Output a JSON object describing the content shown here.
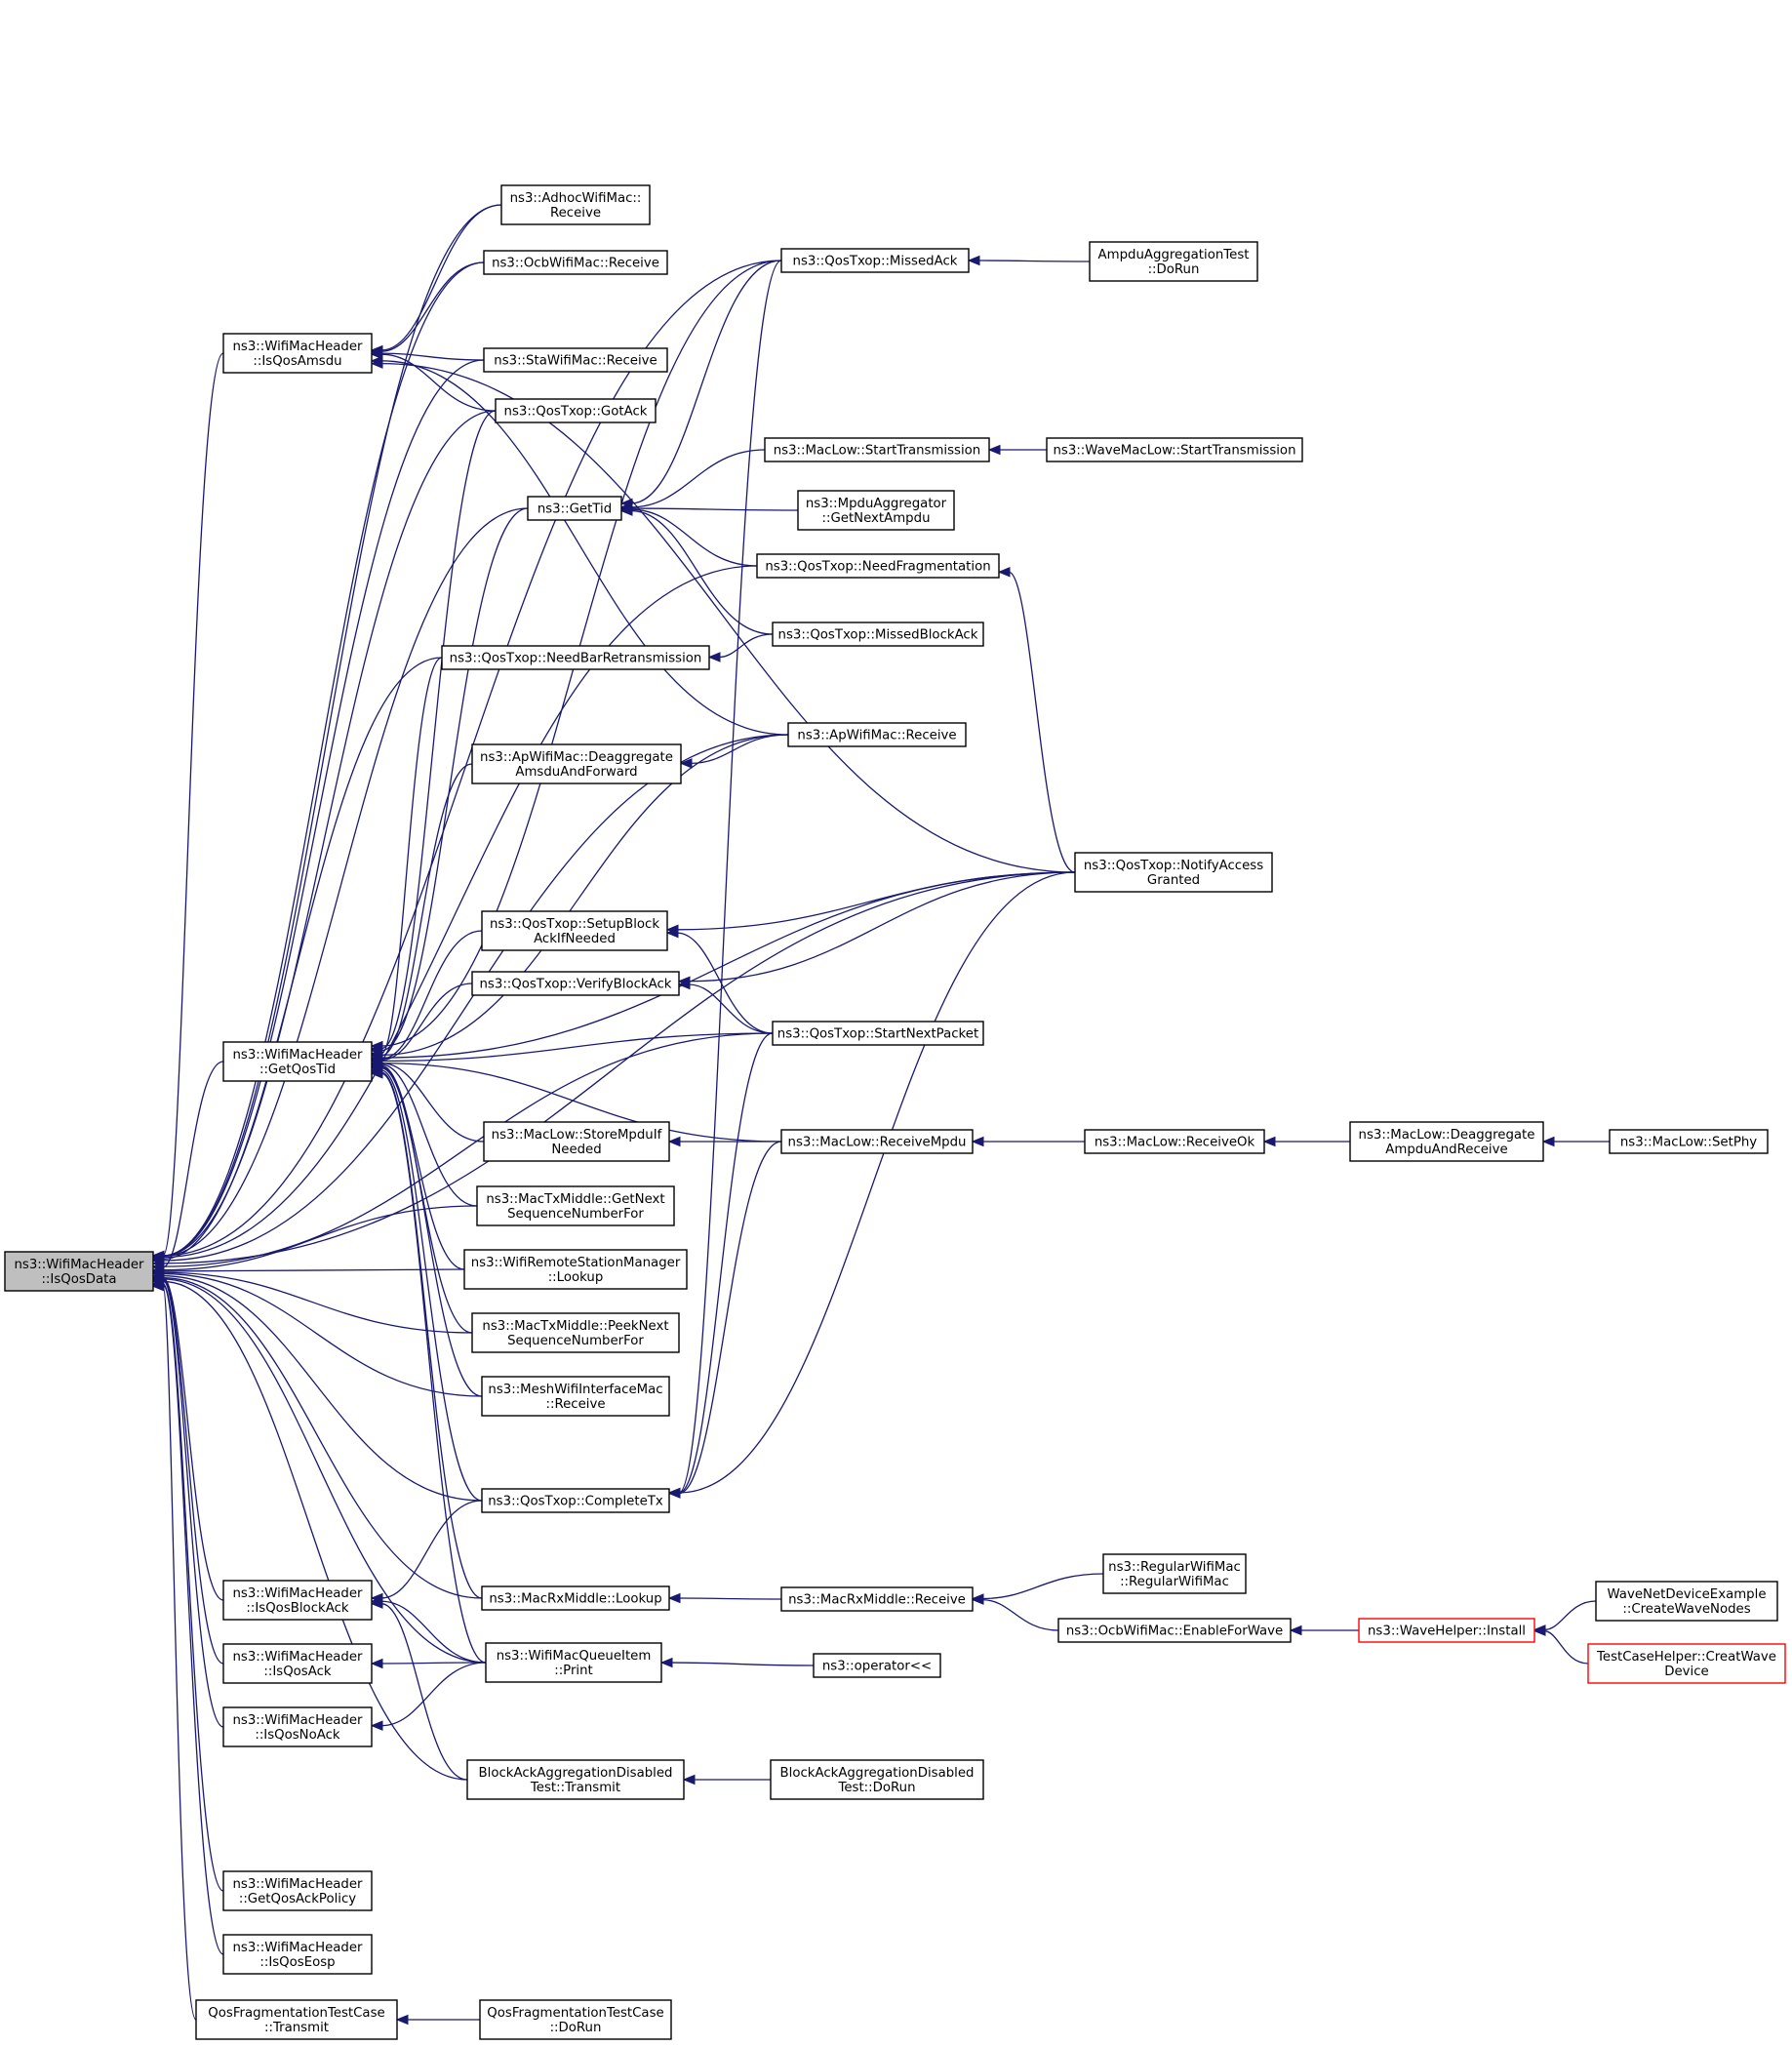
{
  "nodes": [
    {
      "id": "root",
      "lines": [
        "ns3::WifiMacHeader",
        "::IsQosData"
      ],
      "style": "root"
    },
    {
      "id": "n_isqosamsdu",
      "lines": [
        "ns3::WifiMacHeader",
        "::IsQosAmsdu"
      ]
    },
    {
      "id": "n_getqostid",
      "lines": [
        "ns3::WifiMacHeader",
        "::GetQosTid"
      ]
    },
    {
      "id": "n_isqosblockack",
      "lines": [
        "ns3::WifiMacHeader",
        "::IsQosBlockAck"
      ]
    },
    {
      "id": "n_isqosack",
      "lines": [
        "ns3::WifiMacHeader",
        "::IsQosAck"
      ]
    },
    {
      "id": "n_isqosnoack",
      "lines": [
        "ns3::WifiMacHeader",
        "::IsQosNoAck"
      ]
    },
    {
      "id": "n_getqosackpolicy",
      "lines": [
        "ns3::WifiMacHeader",
        "::GetQosAckPolicy"
      ]
    },
    {
      "id": "n_isqoseosp",
      "lines": [
        "ns3::WifiMacHeader",
        "::IsQosEosp"
      ]
    },
    {
      "id": "n_qosfragtransmit",
      "lines": [
        "QosFragmentationTestCase",
        "::Transmit"
      ]
    },
    {
      "id": "n_adhocreceive",
      "lines": [
        "ns3::AdhocWifiMac::",
        "Receive"
      ]
    },
    {
      "id": "n_ocbreceive",
      "lines": [
        "ns3::OcbWifiMac::Receive"
      ]
    },
    {
      "id": "n_stareceive",
      "lines": [
        "ns3::StaWifiMac::Receive"
      ]
    },
    {
      "id": "n_gotack",
      "lines": [
        "ns3::QosTxop::GotAck"
      ]
    },
    {
      "id": "n_gettid",
      "lines": [
        "ns3::GetTid"
      ]
    },
    {
      "id": "n_needbarretx",
      "lines": [
        "ns3::QosTxop::NeedBarRetransmission"
      ]
    },
    {
      "id": "n_apdeaggregate",
      "lines": [
        "ns3::ApWifiMac::Deaggregate",
        "AmsduAndForward"
      ]
    },
    {
      "id": "n_setupblockack",
      "lines": [
        "ns3::QosTxop::SetupBlock",
        "AckIfNeeded"
      ]
    },
    {
      "id": "n_verifyblockack",
      "lines": [
        "ns3::QosTxop::VerifyBlockAck"
      ]
    },
    {
      "id": "n_storempdu",
      "lines": [
        "ns3::MacLow::StoreMpduIf",
        "Needed"
      ]
    },
    {
      "id": "n_txgetnextseq",
      "lines": [
        "ns3::MacTxMiddle::GetNext",
        "SequenceNumberFor"
      ]
    },
    {
      "id": "n_wrsmlookup",
      "lines": [
        "ns3::WifiRemoteStationManager",
        "::Lookup"
      ]
    },
    {
      "id": "n_txpeeknextseq",
      "lines": [
        "ns3::MacTxMiddle::PeekNext",
        "SequenceNumberFor"
      ]
    },
    {
      "id": "n_meshreceive",
      "lines": [
        "ns3::MeshWifiInterfaceMac",
        "::Receive"
      ]
    },
    {
      "id": "n_completetx",
      "lines": [
        "ns3::QosTxop::CompleteTx"
      ]
    },
    {
      "id": "n_rxlookup",
      "lines": [
        "ns3::MacRxMiddle::Lookup"
      ]
    },
    {
      "id": "n_queueitemprint",
      "lines": [
        "ns3::WifiMacQueueItem",
        "::Print"
      ]
    },
    {
      "id": "n_blockacktransmit",
      "lines": [
        "BlockAckAggregationDisabled",
        "Test::Transmit"
      ]
    },
    {
      "id": "n_qosfragdorun",
      "lines": [
        "QosFragmentationTestCase",
        "::DoRun"
      ]
    },
    {
      "id": "n_missedack",
      "lines": [
        "ns3::QosTxop::MissedAck"
      ]
    },
    {
      "id": "n_starttx",
      "lines": [
        "ns3::MacLow::StartTransmission"
      ]
    },
    {
      "id": "n_getnextampdu",
      "lines": [
        "ns3::MpduAggregator",
        "::GetNextAmpdu"
      ]
    },
    {
      "id": "n_needfrag",
      "lines": [
        "ns3::QosTxop::NeedFragmentation"
      ]
    },
    {
      "id": "n_missedblockack",
      "lines": [
        "ns3::QosTxop::MissedBlockAck"
      ]
    },
    {
      "id": "n_apreceive",
      "lines": [
        "ns3::ApWifiMac::Receive"
      ]
    },
    {
      "id": "n_startnextpacket",
      "lines": [
        "ns3::QosTxop::StartNextPacket"
      ]
    },
    {
      "id": "n_receivempdu",
      "lines": [
        "ns3::MacLow::ReceiveMpdu"
      ]
    },
    {
      "id": "n_rxreceive",
      "lines": [
        "ns3::MacRxMiddle::Receive"
      ]
    },
    {
      "id": "n_operator",
      "lines": [
        "ns3::operator<<"
      ]
    },
    {
      "id": "n_blockackdorun",
      "lines": [
        "BlockAckAggregationDisabled",
        "Test::DoRun"
      ]
    },
    {
      "id": "n_ampdudorun",
      "lines": [
        "AmpduAggregationTest",
        "::DoRun"
      ]
    },
    {
      "id": "n_wavestarttx",
      "lines": [
        "ns3::WaveMacLow::StartTransmission"
      ]
    },
    {
      "id": "n_notifyaccess",
      "lines": [
        "ns3::QosTxop::NotifyAccess",
        "Granted"
      ]
    },
    {
      "id": "n_receiveok",
      "lines": [
        "ns3::MacLow::ReceiveOk"
      ]
    },
    {
      "id": "n_regularwifimac",
      "lines": [
        "ns3::RegularWifiMac",
        "::RegularWifiMac"
      ]
    },
    {
      "id": "n_enableforwave",
      "lines": [
        "ns3::OcbWifiMac::EnableForWave"
      ]
    },
    {
      "id": "n_deaggregate",
      "lines": [
        "ns3::MacLow::Deaggregate",
        "AmpduAndReceive"
      ]
    },
    {
      "id": "n_waveinstall",
      "lines": [
        "ns3::WaveHelper::Install"
      ],
      "style": "red"
    },
    {
      "id": "n_setphy",
      "lines": [
        "ns3::MacLow::SetPhy"
      ]
    },
    {
      "id": "n_createwavenodes",
      "lines": [
        "WaveNetDeviceExample",
        "::CreateWaveNodes"
      ]
    },
    {
      "id": "n_creatwavedevice",
      "lines": [
        "TestCaseHelper::CreatWave",
        "Device"
      ],
      "style": "red"
    }
  ],
  "edges": [
    [
      "root",
      "n_isqosamsdu"
    ],
    [
      "root",
      "n_getqostid"
    ],
    [
      "root",
      "n_isqosblockack"
    ],
    [
      "root",
      "n_isqosack"
    ],
    [
      "root",
      "n_isqosnoack"
    ],
    [
      "root",
      "n_getqosackpolicy"
    ],
    [
      "root",
      "n_isqoseosp"
    ],
    [
      "root",
      "n_qosfragtransmit"
    ],
    [
      "root",
      "n_adhocreceive"
    ],
    [
      "root",
      "n_ocbreceive"
    ],
    [
      "root",
      "n_stareceive"
    ],
    [
      "root",
      "n_gotack"
    ],
    [
      "root",
      "n_gettid"
    ],
    [
      "root",
      "n_needbarretx"
    ],
    [
      "root",
      "n_needfrag"
    ],
    [
      "root",
      "n_apreceive"
    ],
    [
      "root",
      "n_missedack"
    ],
    [
      "root",
      "n_notifyaccess"
    ],
    [
      "root",
      "n_txgetnextseq"
    ],
    [
      "root",
      "n_wrsmlookup"
    ],
    [
      "root",
      "n_txpeeknextseq"
    ],
    [
      "root",
      "n_meshreceive"
    ],
    [
      "root",
      "n_completetx"
    ],
    [
      "root",
      "n_rxlookup"
    ],
    [
      "root",
      "n_queueitemprint"
    ],
    [
      "root",
      "n_blockacktransmit"
    ],
    [
      "root",
      "n_startnextpacket"
    ],
    [
      "n_isqosamsdu",
      "n_adhocreceive"
    ],
    [
      "n_isqosamsdu",
      "n_ocbreceive"
    ],
    [
      "n_isqosamsdu",
      "n_stareceive"
    ],
    [
      "n_isqosamsdu",
      "n_gotack"
    ],
    [
      "n_isqosamsdu",
      "n_apreceive"
    ],
    [
      "n_isqosamsdu",
      "n_notifyaccess"
    ],
    [
      "n_getqostid",
      "n_gettid"
    ],
    [
      "n_getqostid",
      "n_gotack"
    ],
    [
      "n_getqostid",
      "n_missedack"
    ],
    [
      "n_getqostid",
      "n_needbarretx"
    ],
    [
      "n_getqostid",
      "n_apdeaggregate"
    ],
    [
      "n_getqostid",
      "n_apreceive"
    ],
    [
      "n_getqostid",
      "n_notifyaccess"
    ],
    [
      "n_getqostid",
      "n_setupblockack"
    ],
    [
      "n_getqostid",
      "n_verifyblockack"
    ],
    [
      "n_getqostid",
      "n_startnextpacket"
    ],
    [
      "n_getqostid",
      "n_storempdu"
    ],
    [
      "n_getqostid",
      "n_receivempdu"
    ],
    [
      "n_getqostid",
      "n_txgetnextseq"
    ],
    [
      "n_getqostid",
      "n_wrsmlookup"
    ],
    [
      "n_getqostid",
      "n_txpeeknextseq"
    ],
    [
      "n_getqostid",
      "n_meshreceive"
    ],
    [
      "n_getqostid",
      "n_completetx"
    ],
    [
      "n_getqostid",
      "n_rxlookup"
    ],
    [
      "n_getqostid",
      "n_queueitemprint"
    ],
    [
      "n_isqosblockack",
      "n_completetx"
    ],
    [
      "n_isqosblockack",
      "n_queueitemprint"
    ],
    [
      "n_isqosblockack",
      "n_blockacktransmit"
    ],
    [
      "n_isqosack",
      "n_queueitemprint"
    ],
    [
      "n_isqosnoack",
      "n_queueitemprint"
    ],
    [
      "n_qosfragtransmit",
      "n_qosfragdorun"
    ],
    [
      "n_gettid",
      "n_missedack"
    ],
    [
      "n_gettid",
      "n_starttx"
    ],
    [
      "n_gettid",
      "n_getnextampdu"
    ],
    [
      "n_gettid",
      "n_needfrag"
    ],
    [
      "n_gettid",
      "n_missedblockack"
    ],
    [
      "n_needbarretx",
      "n_missedblockack"
    ],
    [
      "n_apdeaggregate",
      "n_apreceive"
    ],
    [
      "n_setupblockack",
      "n_notifyaccess"
    ],
    [
      "n_setupblockack",
      "n_startnextpacket"
    ],
    [
      "n_verifyblockack",
      "n_notifyaccess"
    ],
    [
      "n_verifyblockack",
      "n_startnextpacket"
    ],
    [
      "n_storempdu",
      "n_receivempdu"
    ],
    [
      "n_completetx",
      "n_missedack"
    ],
    [
      "n_completetx",
      "n_notifyaccess"
    ],
    [
      "n_completetx",
      "n_startnextpacket"
    ],
    [
      "n_completetx",
      "n_receivempdu"
    ],
    [
      "n_rxlookup",
      "n_rxreceive"
    ],
    [
      "n_queueitemprint",
      "n_operator"
    ],
    [
      "n_blockacktransmit",
      "n_blockackdorun"
    ],
    [
      "n_missedack",
      "n_ampdudorun"
    ],
    [
      "n_starttx",
      "n_wavestarttx"
    ],
    [
      "n_needfrag",
      "n_notifyaccess"
    ],
    [
      "n_receivempdu",
      "n_receiveok"
    ],
    [
      "n_rxreceive",
      "n_regularwifimac"
    ],
    [
      "n_rxreceive",
      "n_enableforwave"
    ],
    [
      "n_receiveok",
      "n_deaggregate"
    ],
    [
      "n_deaggregate",
      "n_setphy"
    ],
    [
      "n_enableforwave",
      "n_waveinstall"
    ],
    [
      "n_waveinstall",
      "n_createwavenodes"
    ],
    [
      "n_waveinstall",
      "n_creatwavedevice"
    ]
  ],
  "colors": {
    "edge": "#191970",
    "root_fill": "#bfbfbf",
    "red_border": "#ff0000"
  }
}
